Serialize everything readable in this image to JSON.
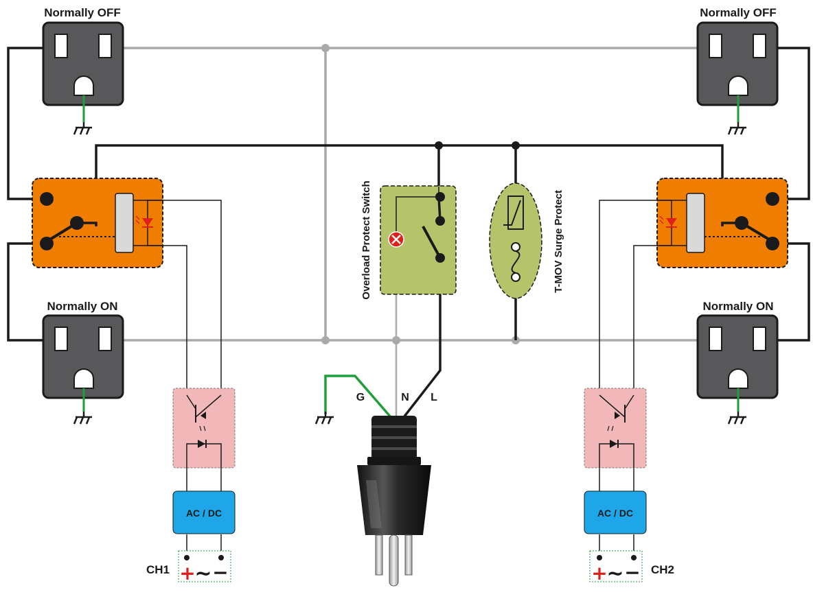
{
  "outlets": {
    "top_left_label": "Normally OFF",
    "top_right_label": "Normally OFF",
    "bottom_left_label": "Normally ON",
    "bottom_right_label": "Normally ON"
  },
  "center": {
    "overload_label": "Overload Protect Switch",
    "surge_label": "T-MOV Surge Protect"
  },
  "plug": {
    "ground_label": "G",
    "neutral_label": "N",
    "line_label": "L"
  },
  "channels": {
    "left_converter_label": "AC / DC",
    "right_converter_label": "AC / DC",
    "left_channel_label": "CH1",
    "right_channel_label": "CH2",
    "plus_symbol": "+",
    "ac_symbol": "~",
    "minus_symbol": "−"
  },
  "colors": {
    "outlet": "#58585a",
    "relay": "#ef7d00",
    "overload_box": "#b5c46a",
    "optocoupler": "#f2b7b8",
    "converter": "#1ea6e8",
    "ground_wire": "#1f9e3a",
    "neutral_wire": "#a9a9a9",
    "line_wire": "#1a1a1a",
    "led": "#e0201b"
  }
}
